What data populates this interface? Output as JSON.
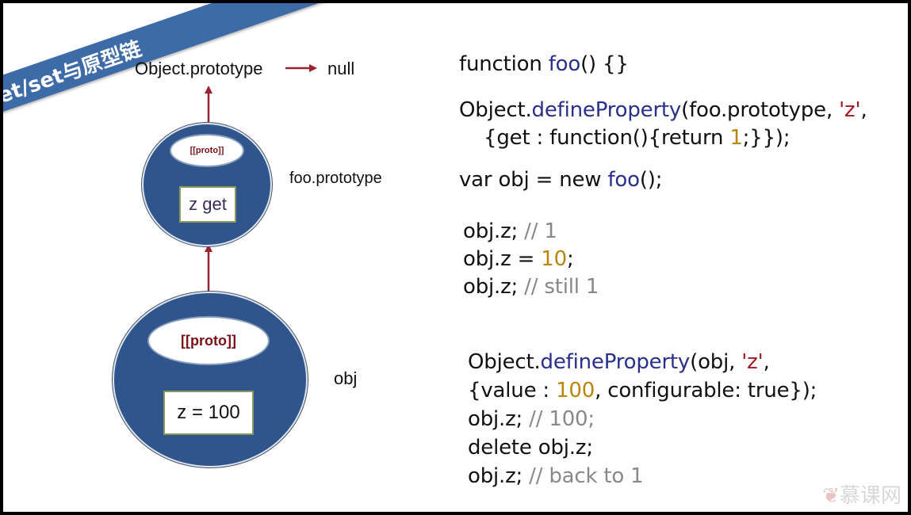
{
  "banner": {
    "title": "get/set与原型链"
  },
  "diagram": {
    "object_prototype_label": "Object.prototype",
    "null_label": "null",
    "foo_prototype_label": "foo.prototype",
    "foo_proto_slot": "[[proto]]",
    "foo_property": "z get",
    "obj_label": "obj",
    "obj_proto_slot": "[[proto]]",
    "obj_property": "z = 100"
  },
  "code": {
    "line1": {
      "a": "function ",
      "b": "foo",
      "c": "() {}"
    },
    "line2": {
      "a": "Object.",
      "b": "defineProperty",
      "c": "(foo.prototype, ",
      "d": "'z'",
      "e": ","
    },
    "line3": {
      "a": "{get : function(){return ",
      "b": "1",
      "c": ";}});"
    },
    "line4": {
      "a": "var obj = new ",
      "b": "foo",
      "c": "();"
    },
    "line5": {
      "a": "obj.z; ",
      "b": "// 1"
    },
    "line6": {
      "a": "obj.z = ",
      "b": "10",
      "c": ";"
    },
    "line7": {
      "a": "obj.z; ",
      "b": "// still 1"
    },
    "line8": {
      "a": "Object.",
      "b": "defineProperty",
      "c": "(obj, ",
      "d": "'z'",
      "e": ","
    },
    "line9": {
      "a": "{value : ",
      "b": "100",
      "c": ", configurable: true});"
    },
    "line10": {
      "a": "obj.z; ",
      "b": "// 100;"
    },
    "line11": {
      "a": "delete obj.z;"
    },
    "line12": {
      "a": "obj.z; ",
      "b": "// back to 1"
    }
  },
  "watermark": {
    "text": "慕课网"
  },
  "colors": {
    "arrow": "#9b2230",
    "circle": "#2f558c",
    "banner": "#3d6ba8"
  }
}
